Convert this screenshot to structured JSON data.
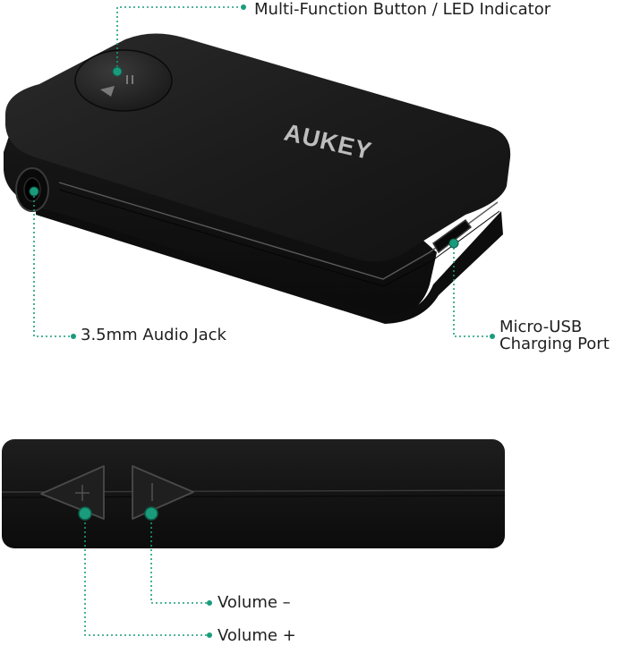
{
  "brand": {
    "logo_text": "AUKEY"
  },
  "callouts": {
    "multi_function": "Multi-Function Button / LED Indicator",
    "audio_jack": "3.5mm Audio Jack",
    "usb_line1": "Micro-USB",
    "usb_line2": "Charging Port",
    "volume_minus": "Volume –",
    "volume_plus": "Volume +"
  },
  "colors": {
    "callout_teal": "#1a9c7c",
    "device_black": "#161616",
    "device_top": "#1c1c1c",
    "logo_silver": "#bdbdbd"
  },
  "icons": {
    "multi_button": "play-pause-icon",
    "volume_minus_button": "triangle-left-icon",
    "volume_plus_button": "triangle-right-icon"
  }
}
